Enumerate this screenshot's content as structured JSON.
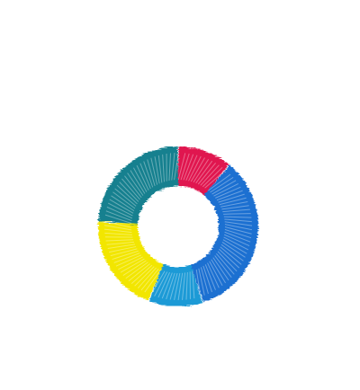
{
  "chart_data": {
    "type": "pie",
    "style": "donut",
    "title": "",
    "legend": "none",
    "slices": [
      {
        "value": 11,
        "color": "#e0174f"
      },
      {
        "value": 34,
        "color": "#1f6fd1"
      },
      {
        "value": 11,
        "color": "#1e9ad6"
      },
      {
        "value": 20,
        "color": "#f2e600"
      },
      {
        "value": 24,
        "color": "#13808f"
      }
    ]
  }
}
